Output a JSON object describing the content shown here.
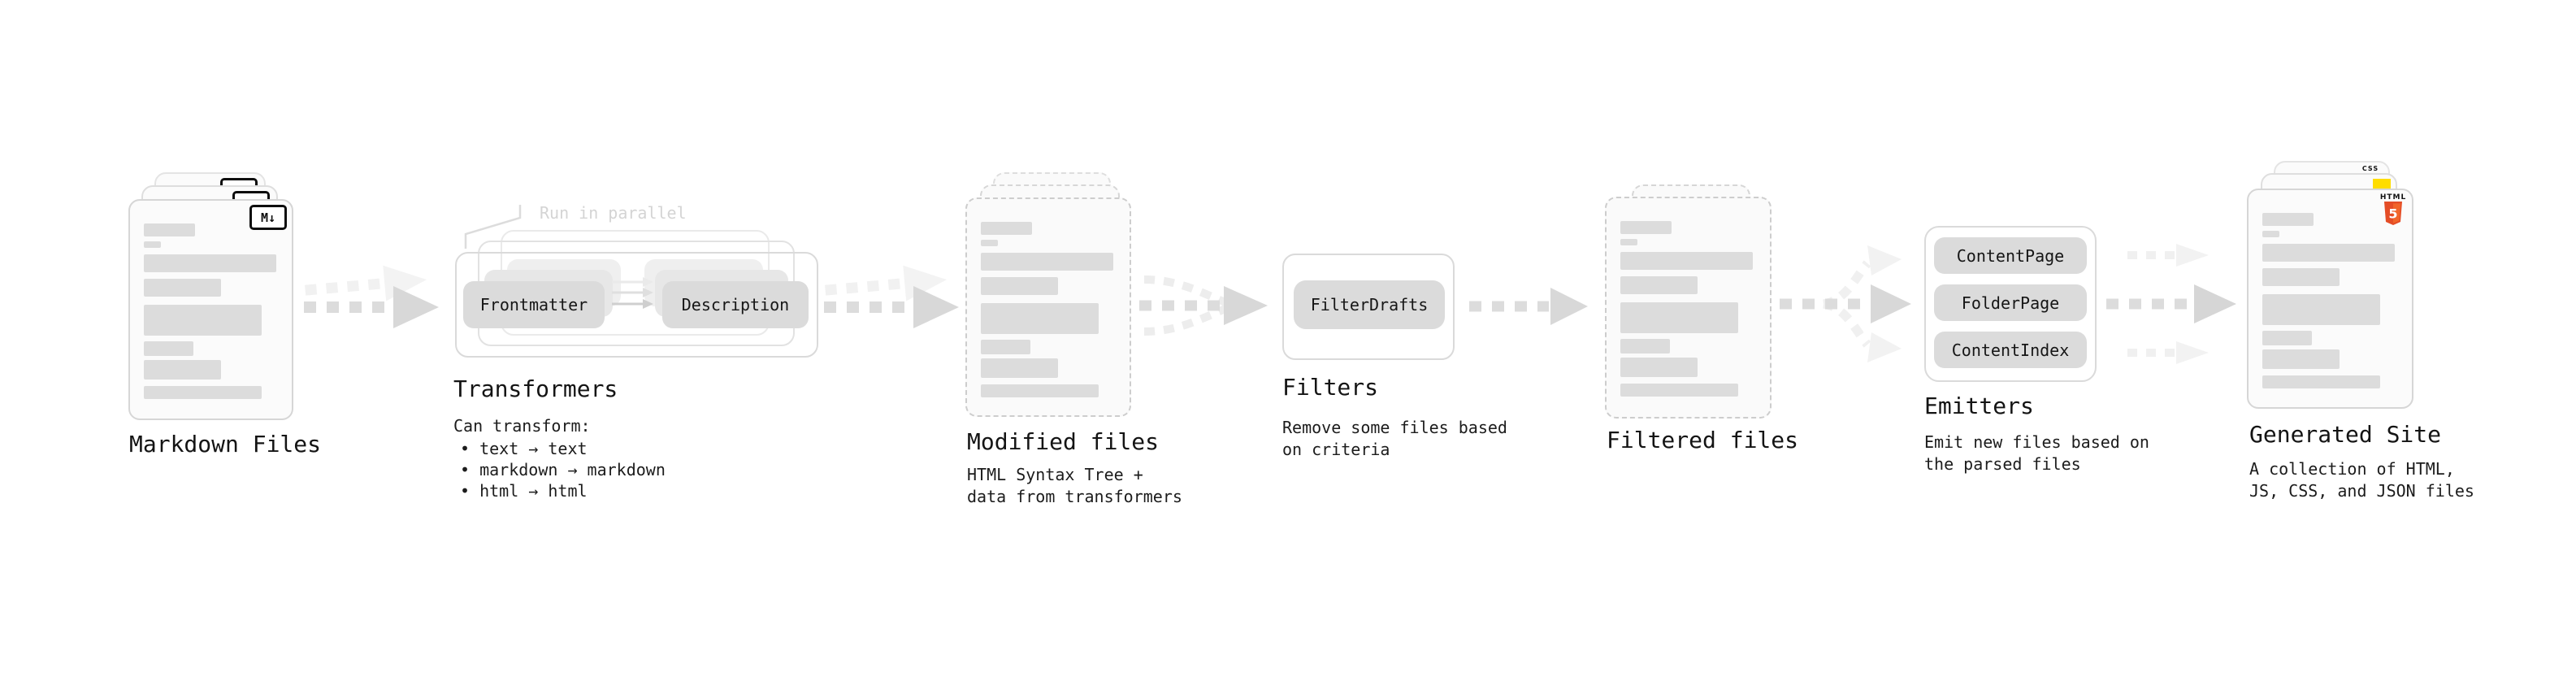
{
  "stages": {
    "markdown_files": {
      "label": "Markdown Files"
    },
    "transformers": {
      "label": "Transformers",
      "annotation": "Run in parallel",
      "input_box": "Frontmatter",
      "output_box": "Description",
      "description_heading": "Can transform:",
      "bullets": [
        "• text → text",
        "• markdown → markdown",
        "• html → html"
      ]
    },
    "modified_files": {
      "label": "Modified files",
      "description_line1": "HTML Syntax Tree +",
      "description_line2": "data from transformers"
    },
    "filters": {
      "label": "Filters",
      "box": "FilterDrafts",
      "description_line1": "Remove some files based",
      "description_line2": "on criteria"
    },
    "filtered_files": {
      "label": "Filtered files"
    },
    "emitters": {
      "label": "Emitters",
      "boxes": [
        "ContentPage",
        "FolderPage",
        "ContentIndex"
      ],
      "description_line1": "Emit new files based on",
      "description_line2": "the parsed files"
    },
    "generated_site": {
      "label": "Generated Site",
      "description_line1": "A collection of HTML,",
      "description_line2": "JS, CSS, and JSON files"
    }
  },
  "icons": {
    "markdown_badge": "M↓",
    "html_badge_word": "HTML",
    "html_badge_numeral": "5",
    "css_badge_word": "CSS"
  },
  "colors": {
    "html_orange": "#e44d26",
    "html_orange_light": "#f16529",
    "js_yellow": "#ffdd00",
    "css_blue": "#2563eb",
    "arrow_gray": "#dcdcdc",
    "node_gray": "#dbdbdb",
    "annotation_gray": "#d4d4d4",
    "text_dark": "#161616"
  }
}
